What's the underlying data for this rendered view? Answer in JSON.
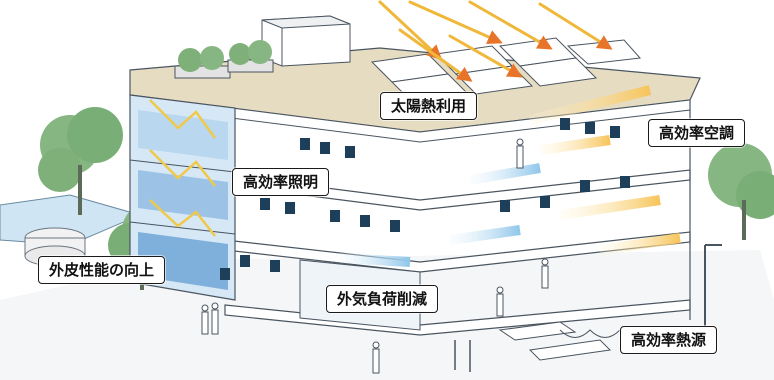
{
  "labels": {
    "solar_heat": "太陽熱利用",
    "efficient_ac": "高効率空調",
    "efficient_lighting": "高効率照明",
    "envelope_performance": "外皮性能の向上",
    "outdoor_air_reduction": "外気負荷削減",
    "efficient_heat_source": "高効率熱源"
  },
  "colors": {
    "outline": "#4a5560",
    "roof": "#e6dcc2",
    "solar_panel": "#ffffff",
    "glass": "#b9d7ef",
    "glass_dark": "#7fb0dc",
    "tree": "#7fb079",
    "sun_arrow": "#f0a53a",
    "warm_flow": "#f7c45a",
    "cool_flow": "#8fc6ea",
    "furniture": "#1d3f5a"
  }
}
